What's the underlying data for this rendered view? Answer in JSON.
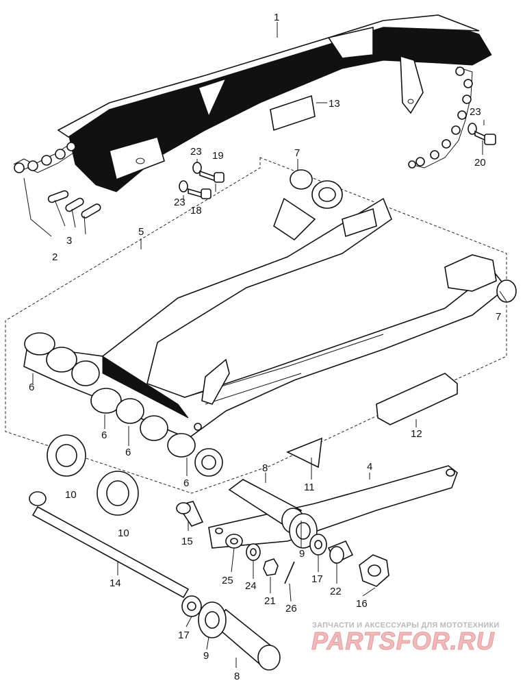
{
  "part_labels": [
    {
      "id": "p1",
      "text": "1"
    },
    {
      "id": "p2",
      "text": "2"
    },
    {
      "id": "p3",
      "text": "3"
    },
    {
      "id": "p4",
      "text": "4"
    },
    {
      "id": "p5",
      "text": "5"
    },
    {
      "id": "p6a",
      "text": "6"
    },
    {
      "id": "p6b",
      "text": "6"
    },
    {
      "id": "p6c",
      "text": "6"
    },
    {
      "id": "p6d",
      "text": "6"
    },
    {
      "id": "p7a",
      "text": "7"
    },
    {
      "id": "p7b",
      "text": "7"
    },
    {
      "id": "p8a",
      "text": "8"
    },
    {
      "id": "p8b",
      "text": "8"
    },
    {
      "id": "p9a",
      "text": "9"
    },
    {
      "id": "p9b",
      "text": "9"
    },
    {
      "id": "p10a",
      "text": "10"
    },
    {
      "id": "p10b",
      "text": "10"
    },
    {
      "id": "p11",
      "text": "11"
    },
    {
      "id": "p12",
      "text": "12"
    },
    {
      "id": "p13",
      "text": "13"
    },
    {
      "id": "p14",
      "text": "14"
    },
    {
      "id": "p15",
      "text": "15"
    },
    {
      "id": "p16",
      "text": "16"
    },
    {
      "id": "p17a",
      "text": "17"
    },
    {
      "id": "p17b",
      "text": "17"
    },
    {
      "id": "p18",
      "text": "18"
    },
    {
      "id": "p19",
      "text": "19"
    },
    {
      "id": "p20",
      "text": "20"
    },
    {
      "id": "p21",
      "text": "21"
    },
    {
      "id": "p22",
      "text": "22"
    },
    {
      "id": "p23a",
      "text": "23"
    },
    {
      "id": "p23b",
      "text": "23"
    },
    {
      "id": "p23c",
      "text": "23"
    },
    {
      "id": "p24",
      "text": "24"
    },
    {
      "id": "p25",
      "text": "25"
    },
    {
      "id": "p26",
      "text": "26"
    }
  ],
  "watermark": {
    "tagline": "ЗАПЧАСТИ И АКСЕССУАРЫ ДЛЯ МОТОТЕХНИКИ",
    "logo": "PARTSFOR.RU"
  }
}
